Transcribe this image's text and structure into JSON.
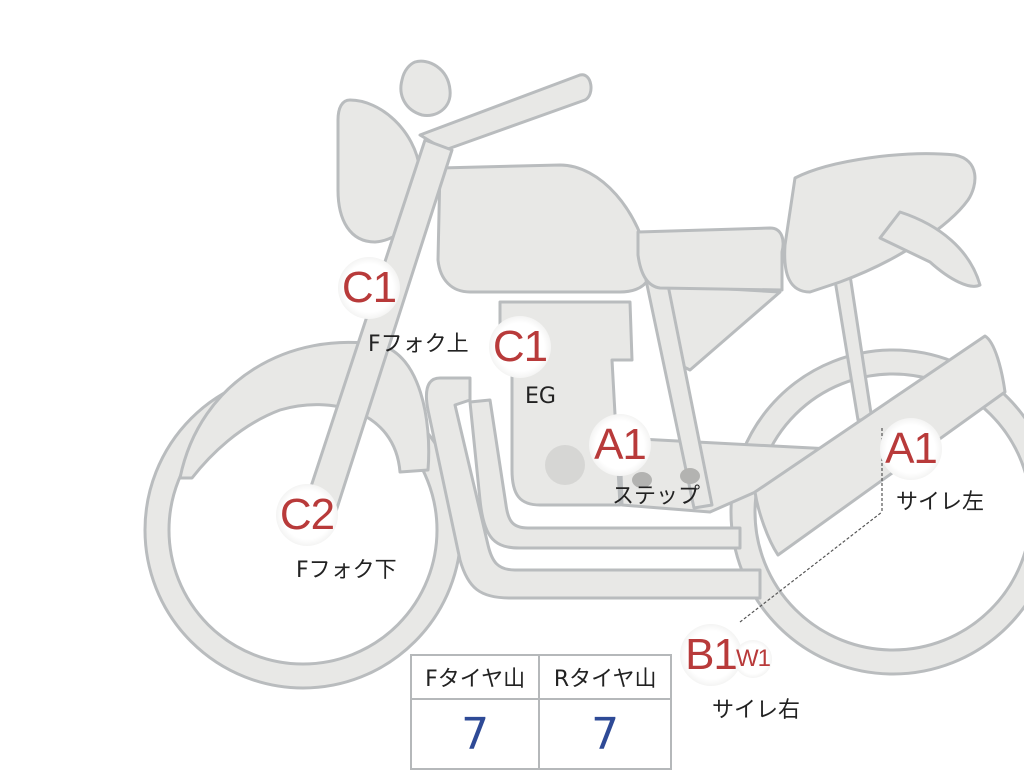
{
  "markers": {
    "fork_upper_code": "C1",
    "fork_upper_label": "Fフォク上",
    "engine_code": "C1",
    "engine_label": "EG",
    "step_code": "A1",
    "step_label": "ステップ",
    "fork_lower_code": "C2",
    "fork_lower_label": "Fフォク下",
    "muffler_left_code": "A1",
    "muffler_left_label": "サイレ左",
    "muffler_right_code": "B1",
    "muffler_right_sub_code": "W1",
    "muffler_right_label": "サイレ右"
  },
  "tire_table": {
    "headers": [
      "Fタイヤ山",
      "Rタイヤ山"
    ],
    "values": [
      "7",
      "7"
    ]
  },
  "colors": {
    "marker_text": "#b83a3a",
    "table_value": "#2e4a96",
    "bike_fill": "#e8e8e6",
    "bike_stroke": "#b9bcbe"
  }
}
